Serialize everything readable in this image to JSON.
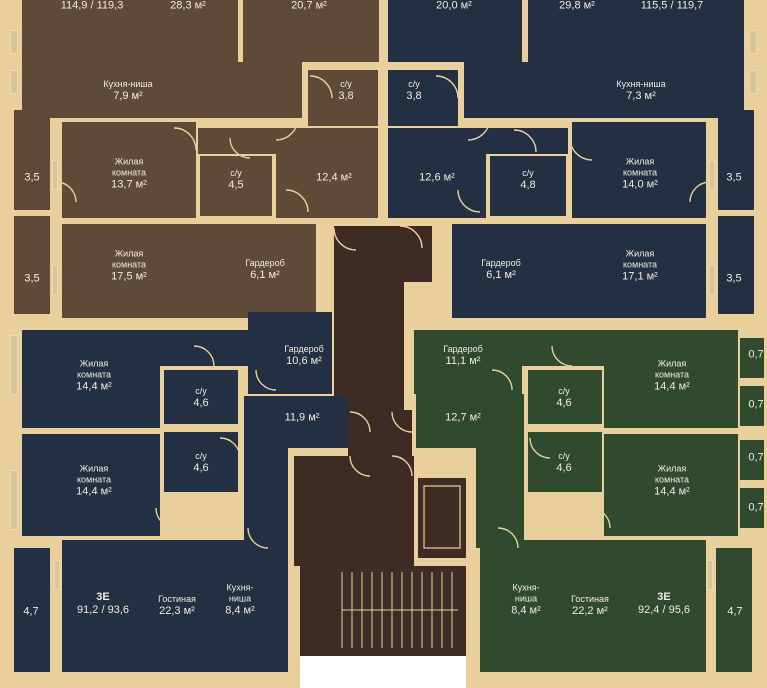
{
  "colors": {
    "walls": "#e8cf9c",
    "apt_brown": "#5e4a36",
    "apt_navy": "#232f42",
    "apt_green": "#2f4a2f",
    "core": "#3e2b24",
    "text": "#f2ecdf"
  },
  "top_strip": {
    "left_total": "114,9 / 119,3",
    "left_a": "28,3 м²",
    "left_b": "20,7 м²",
    "right_a": "20,0 м²",
    "right_b": "29,8 м²",
    "right_total": "115,5 / 119,7"
  },
  "brown_apt": {
    "kitchen_niche": {
      "name": "Кухня-ниша",
      "area": "7,9 м²"
    },
    "wc_small": {
      "name": "с/у",
      "area": "3,8"
    },
    "living_room_1": {
      "name1": "Жилая",
      "name2": "комната",
      "area": "13,7 м²"
    },
    "wc": {
      "name": "с/у",
      "area": "4,5"
    },
    "hall": {
      "area": "12,4 м²"
    },
    "balcony_1": {
      "area": "3,5"
    },
    "living_room_2": {
      "name1": "Жилая",
      "name2": "комната",
      "area": "17,5 м²"
    },
    "wardrobe": {
      "name": "Гардероб",
      "area": "6,1 м²"
    },
    "balcony_2": {
      "area": "3,5"
    }
  },
  "navy_top_apt": {
    "wc_small": {
      "name": "с/у",
      "area": "3,8"
    },
    "kitchen_niche": {
      "name": "Кухня-ниша",
      "area": "7,3 м²"
    },
    "hall": {
      "area": "12,6 м²"
    },
    "wc": {
      "name": "с/у",
      "area": "4,8"
    },
    "living_room_1": {
      "name1": "Жилая",
      "name2": "комната",
      "area": "14,0 м²"
    },
    "balcony_1": {
      "area": "3,5"
    },
    "wardrobe": {
      "name": "Гардероб",
      "area": "6,1 м²"
    },
    "living_room_2": {
      "name1": "Жилая",
      "name2": "комната",
      "area": "17,1 м²"
    },
    "balcony_2": {
      "area": "3,5"
    }
  },
  "navy_left_apt": {
    "living_room_1": {
      "name1": "Жилая",
      "name2": "комната",
      "area": "14,4 м²"
    },
    "wardrobe": {
      "name": "Гардероб",
      "area": "10,6 м²"
    },
    "wc_1": {
      "name": "с/у",
      "area": "4,6"
    },
    "hall": {
      "area": "11,9 м²"
    },
    "living_room_2": {
      "name1": "Жилая",
      "name2": "комната",
      "area": "14,4 м²"
    },
    "wc_2": {
      "name": "с/у",
      "area": "4,6"
    },
    "balcony": {
      "area": "4,7"
    },
    "type": "3Е",
    "total": "91,2 / 93,6",
    "living": {
      "name": "Гостиная",
      "area": "22,3 м²"
    },
    "kitchen_niche": {
      "name1": "Кухня-",
      "name2": "ниша",
      "area": "8,4 м²"
    }
  },
  "green_apt": {
    "wardrobe": {
      "name": "Гардероб",
      "area": "11,1 м²"
    },
    "living_room_1": {
      "name1": "Жилая",
      "name2": "комната",
      "area": "14,4 м²"
    },
    "wc_1": {
      "name": "с/у",
      "area": "4,6"
    },
    "hall": {
      "area": "12,7 м²"
    },
    "balcony_1": {
      "area": "0,7"
    },
    "balcony_2": {
      "area": "0,7"
    },
    "wc_2": {
      "name": "с/у",
      "area": "4,6"
    },
    "living_room_2": {
      "name1": "Жилая",
      "name2": "комната",
      "area": "14,4 м²"
    },
    "balcony_3": {
      "area": "0,7"
    },
    "balcony_4": {
      "area": "0,7"
    },
    "kitchen_niche": {
      "name1": "Кухня-",
      "name2": "ниша",
      "area": "8,4 м²"
    },
    "living": {
      "name": "Гостиная",
      "area": "22,2 м²"
    },
    "type": "3Е",
    "total": "92,4 / 95,6",
    "balcony": {
      "area": "4,7"
    }
  }
}
